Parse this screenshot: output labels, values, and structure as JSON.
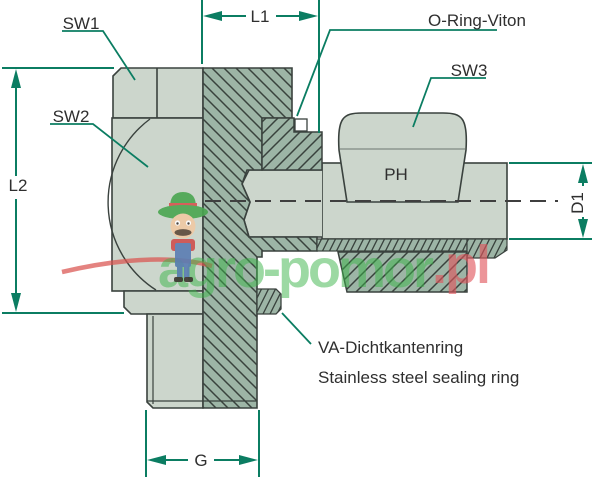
{
  "figure": {
    "type": "technical-diagram",
    "subject": "swivel elbow fitting half-section drawing",
    "part_labels": {
      "sw1": "SW1",
      "sw2": "SW2",
      "sw3": "SW3",
      "ph_marking": "PH"
    },
    "dimension_labels": {
      "l1": "L1",
      "l2": "L2",
      "d1": "D1",
      "g": "G"
    },
    "callouts": {
      "o_ring": "O-Ring-Viton",
      "sealing_ring_de": "VA-Dichtkantenring",
      "sealing_ring_en": "Stainless steel sealing ring"
    },
    "watermark": {
      "brand": "agro-pomor",
      "suffix": ".pl",
      "mascot": "farmer-with-hat"
    },
    "colors": {
      "dimension_green": "#0b7d62",
      "part_light": "#ccd6cc",
      "hatch_background": "#9db5a6",
      "outline_dark": "#3a423e",
      "label_text": "#2f2f2f",
      "watermark_green": "#3cb54a",
      "watermark_red": "#e2555c"
    }
  }
}
